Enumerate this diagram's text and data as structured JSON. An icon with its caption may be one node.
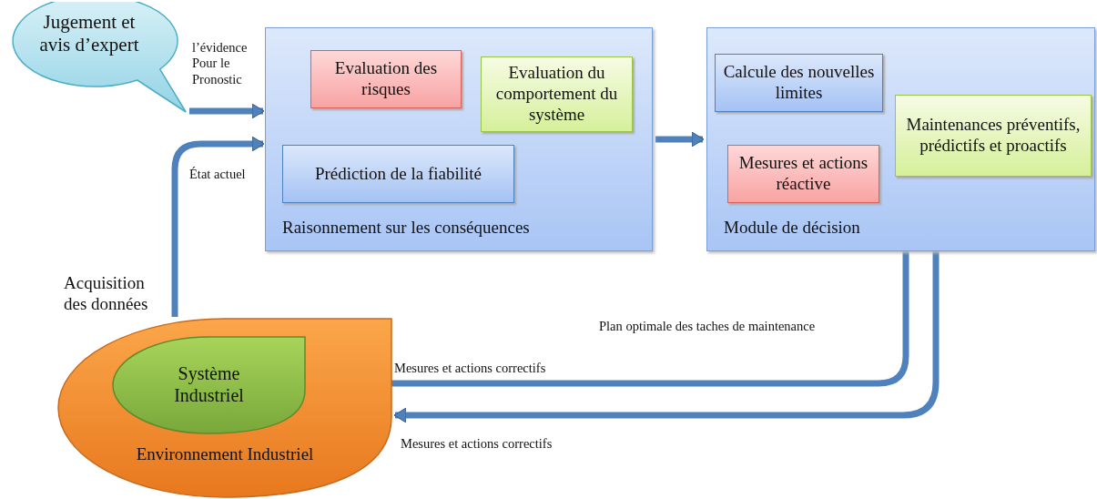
{
  "diagram": {
    "nodes": [
      {
        "text": [
          "Jugement et avis d’expert"
        ]
      },
      {
        "text": [
          "Raisonnement sur les conséquences"
        ]
      },
      {
        "text": [
          "Evaluation des risques"
        ],
        "in": 1
      },
      {
        "text": [
          "Evaluation du comportement du système"
        ],
        "in": 1
      },
      {
        "text": [
          "Prédiction de la fiabilité"
        ],
        "in": 1
      },
      {
        "text": [
          "Module de décision"
        ]
      },
      {
        "text": [
          "Calcule des nouvelles limites"
        ],
        "in": 5
      },
      {
        "text": [
          "Mesures et actions réactive"
        ],
        "in": 5
      },
      {
        "text": [
          "Maintenances préventifs, prédictifs et proactifs"
        ],
        "in": 5
      },
      {
        "text": [
          "Environnement Industriel"
        ]
      },
      {
        "text": [
          "Système Industriel"
        ],
        "in": 9
      }
    ],
    "edges": [
      {
        "from": 0,
        "to": 1,
        "arrow": "to",
        "label": "l’évidence Pour le Pronostic"
      },
      {
        "from": 9,
        "to": 1,
        "arrow": "to",
        "label": "État actuel"
      },
      {
        "from": 1,
        "to": 5,
        "arrow": "to"
      },
      {
        "from": 5,
        "to": 10,
        "arrow": "to",
        "label": "Mesures et actions correctifs"
      },
      {
        "from": 5,
        "to": 9,
        "arrow": "to",
        "label": "Mesures et actions correctifs"
      }
    ],
    "labels": [
      "Acquisition des données",
      "Plan optimale des taches de maintenance"
    ]
  }
}
